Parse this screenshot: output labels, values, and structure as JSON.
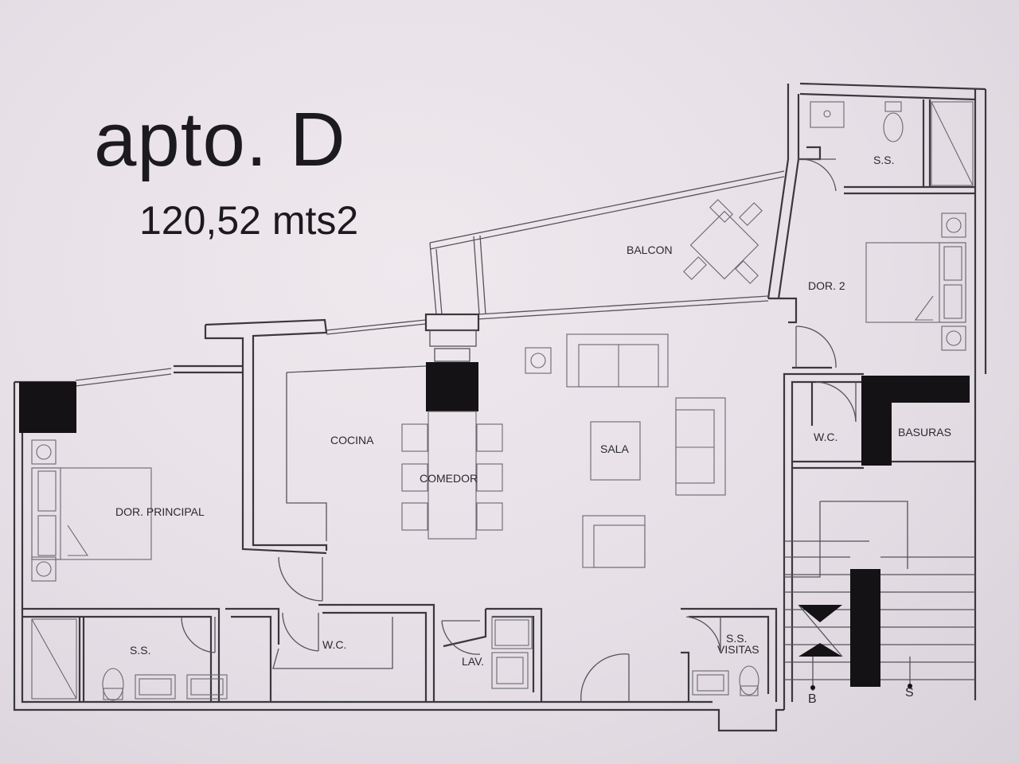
{
  "title": "apto. D",
  "area": "120,52 mts2",
  "rooms": {
    "balcon": "BALCON",
    "ss_top": "S.S.",
    "dor2": "DOR. 2",
    "cocina": "COCINA",
    "comedor": "COMEDOR",
    "sala": "SALA",
    "wc_right": "W.C.",
    "basuras": "BASURAS",
    "dor_principal": "DOR. PRINCIPAL",
    "ss_bottom": "S.S.",
    "wc_bottom": "W.C.",
    "lav": "LAV.",
    "ss_visitas_1": "S.S.",
    "ss_visitas_2": "VISITAS"
  },
  "stairs": {
    "b": "B",
    "s": "S"
  }
}
